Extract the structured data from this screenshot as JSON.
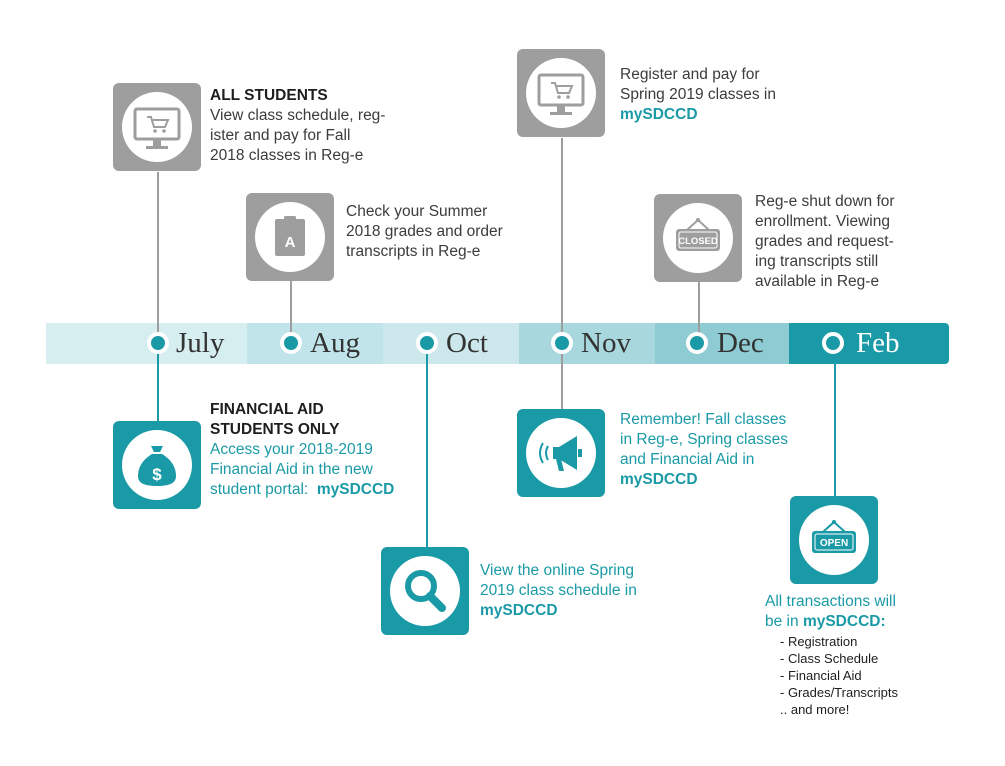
{
  "timeline": {
    "months": [
      "July",
      "Aug",
      "Oct",
      "Nov",
      "Dec",
      "Feb"
    ]
  },
  "cards": {
    "july_top": {
      "heading": "ALL STUDENTS",
      "lines": [
        "View class schedule, reg-",
        "ister and pay for Fall",
        "2018 classes in Reg-e"
      ],
      "icon": "computer-cart-icon"
    },
    "july_bottom": {
      "heading_lines": [
        "FINANCIAL AID",
        "STUDENTS ONLY"
      ],
      "lines": [
        "Access your 2018-2019",
        "Financial Aid in the new"
      ],
      "last_line_prefix": "student portal:",
      "last_line_bold": "mySDCCD",
      "icon": "money-bag-icon"
    },
    "aug": {
      "lines": [
        "Check your Summer",
        "2018 grades and order",
        "transcripts in Reg-e"
      ],
      "icon": "clipboard-grade-icon",
      "icon_letter": "A"
    },
    "oct": {
      "lines": [
        "View the online Spring",
        "2019 class schedule in"
      ],
      "bold": "mySDCCD",
      "icon": "magnifier-icon"
    },
    "nov_top": {
      "lines": [
        "Register and pay for",
        "Spring 2019 classes in"
      ],
      "bold": "mySDCCD",
      "icon": "computer-cart-icon"
    },
    "nov_bottom": {
      "lines": [
        "Remember! Fall classes",
        "in Reg-e, Spring classes",
        "and Financial Aid in"
      ],
      "bold": "mySDCCD",
      "icon": "megaphone-icon"
    },
    "dec": {
      "lines": [
        "Reg-e shut down for",
        "enrollment.  Viewing",
        "grades and request-",
        "ing transcripts still",
        "available in Reg-e"
      ],
      "sign_text": "CLOSED",
      "icon": "closed-sign-icon"
    },
    "feb": {
      "line1": "All transactions will",
      "line2_prefix": "be in",
      "line2_bold": "mySDCCD:",
      "items": [
        "- Registration",
        "- Class Schedule",
        "- Financial Aid",
        "- Grades/Transcripts",
        ".. and more!"
      ],
      "sign_text": "OPEN",
      "icon": "open-sign-icon"
    }
  },
  "colors": {
    "teal": "#1a9aa6",
    "gray": "#9e9e9e",
    "band": [
      "#d7eef1",
      "#c0e4e9",
      "#cde8ec",
      "#a8d8de",
      "#8ecbd3",
      "#1a9aa6"
    ]
  }
}
